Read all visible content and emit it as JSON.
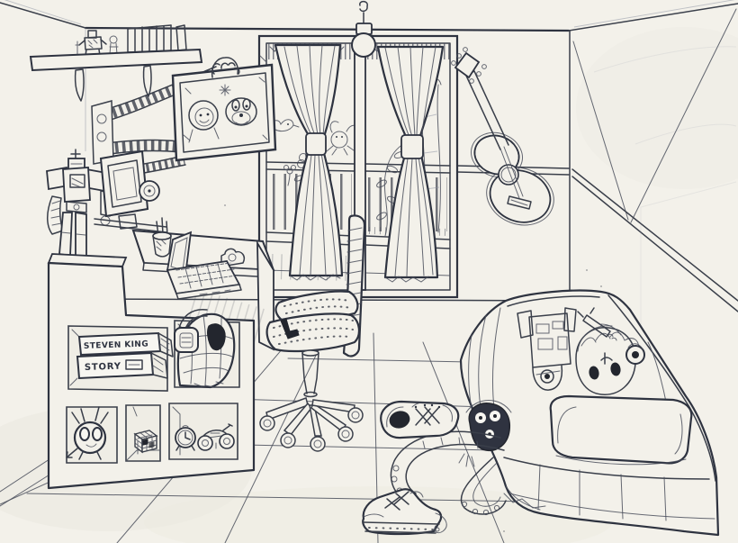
{
  "artwork": {
    "medium": "pencil sketch, one-point perspective bedroom interior",
    "paper_color": "#f3f1ea",
    "ink_color": "#3a3f4a",
    "description": "Hand-drawn bedroom: window with tied curtains over a balcony railing, hanging bulb lamp, acoustic guitar on the right wall, bed with R2-D2 and goggled-kid blanket art plus pillow, tentacled monster peeking from under the bed, two sneakers on a tiled floor, office chair, desk with CRT monitor, speaker, laptop, pencil cup and tape dispenser, large robot action figure, wall shelf with figurines and books, cartoon picture held up by striped mechanical tentacle arms, and a cubby bookcase holding Stephen King books, a Spider-Man bust wearing headphones, a spider toy, a Rubik's cube, an alarm clock and a toy motorcycle."
  },
  "book_spines": {
    "top": "STEVEN KING",
    "bottom": "STORY"
  },
  "objects": [
    {
      "id": "ceiling-lamp",
      "label": "hanging bulb lamp"
    },
    {
      "id": "window",
      "label": "window with curtains and balcony railing"
    },
    {
      "id": "curtain-left",
      "label": "left tied curtain"
    },
    {
      "id": "curtain-right",
      "label": "right tied curtain"
    },
    {
      "id": "bird",
      "label": "bird outside window"
    },
    {
      "id": "flowers",
      "label": "flowers outside window"
    },
    {
      "id": "crab",
      "label": "crab critter outside window"
    },
    {
      "id": "guitar",
      "label": "acoustic guitar on wall"
    },
    {
      "id": "wall-shelf",
      "label": "wall shelf with figurines and books"
    },
    {
      "id": "framed-picture",
      "label": "cartoon picture of boy and dog"
    },
    {
      "id": "tentacle-arms",
      "label": "striped mechanical arms holding picture"
    },
    {
      "id": "robot-figure",
      "label": "large robot action figure"
    },
    {
      "id": "crt-monitor",
      "label": "computer monitor"
    },
    {
      "id": "speaker",
      "label": "round speaker"
    },
    {
      "id": "desk",
      "label": "desk"
    },
    {
      "id": "laptop",
      "label": "laptop"
    },
    {
      "id": "pencil-cup",
      "label": "cup with pencils"
    },
    {
      "id": "tape-dispenser",
      "label": "tape dispenser"
    },
    {
      "id": "bookcase",
      "label": "cubby bookcase"
    },
    {
      "id": "stephen-king-books",
      "label": "stacked books"
    },
    {
      "id": "spiderman-bust",
      "label": "Spider-Man bust with headphones"
    },
    {
      "id": "spider-toy",
      "label": "spider toy"
    },
    {
      "id": "rubiks-cube",
      "label": "Rubik's cube"
    },
    {
      "id": "alarm-clock",
      "label": "alarm clock"
    },
    {
      "id": "toy-motorcycle",
      "label": "toy motorcycle"
    },
    {
      "id": "office-chair",
      "label": "office chair on casters"
    },
    {
      "id": "bed",
      "label": "bed with blanket art"
    },
    {
      "id": "r2d2-art",
      "label": "R2-D2 drawn on blanket"
    },
    {
      "id": "kid-art",
      "label": "kid with goggles drawn on blanket"
    },
    {
      "id": "pillow",
      "label": "pillow"
    },
    {
      "id": "tentacle-monster",
      "label": "tentacle monster under bed"
    },
    {
      "id": "sneaker-on-side",
      "label": "sneaker lying on its side"
    },
    {
      "id": "sneaker-upright",
      "label": "upright sneaker"
    },
    {
      "id": "floor",
      "label": "tiled floor"
    }
  ]
}
